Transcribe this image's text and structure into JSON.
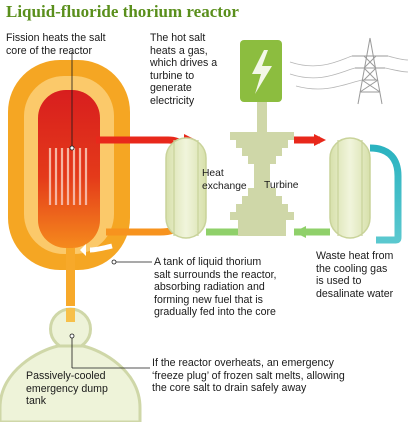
{
  "title": "Liquid-fluoride thorium reactor",
  "captions": {
    "fission": "Fission heats the salt\ncore of the reactor",
    "hot_salt": "The hot salt\nheats a gas,\nwhich drives a\nturbine to\ngenerate\nelectricity",
    "heat_exchange": "Heat\nexchange",
    "turbine": "Turbine",
    "waste_heat": "Waste heat from\nthe cooling gas\nis used to\ndesalinate water",
    "tank": "A tank of liquid thorium\nsalt surrounds the reactor,\nabsorbing radiation and\nforming new fuel that is\ngradually fed into the core",
    "freeze_plug": "If the reactor overheats, an emergency\n‘freeze plug’ of frozen salt melts, allowing\nthe core salt to drain safely away",
    "dump_tank": "Passively-cooled\nemergency dump\ntank"
  },
  "colors": {
    "title": "#5a8f1c",
    "outer_tank": "#f5a623",
    "inner_tank": "#fcd98a",
    "core_hot": "#d81e1e",
    "core_warm": "#f26a1b",
    "heat_exchanger": "#e4ebc7",
    "generator": "#8cbd3f",
    "turbine": "#cfd7a8",
    "cooling_loop": "#3bb8c4",
    "dump_tank": "#eef3d9",
    "plug": "#f5a623"
  },
  "icons": [
    "lightning-icon",
    "pylon-icon",
    "arrow-icon"
  ]
}
